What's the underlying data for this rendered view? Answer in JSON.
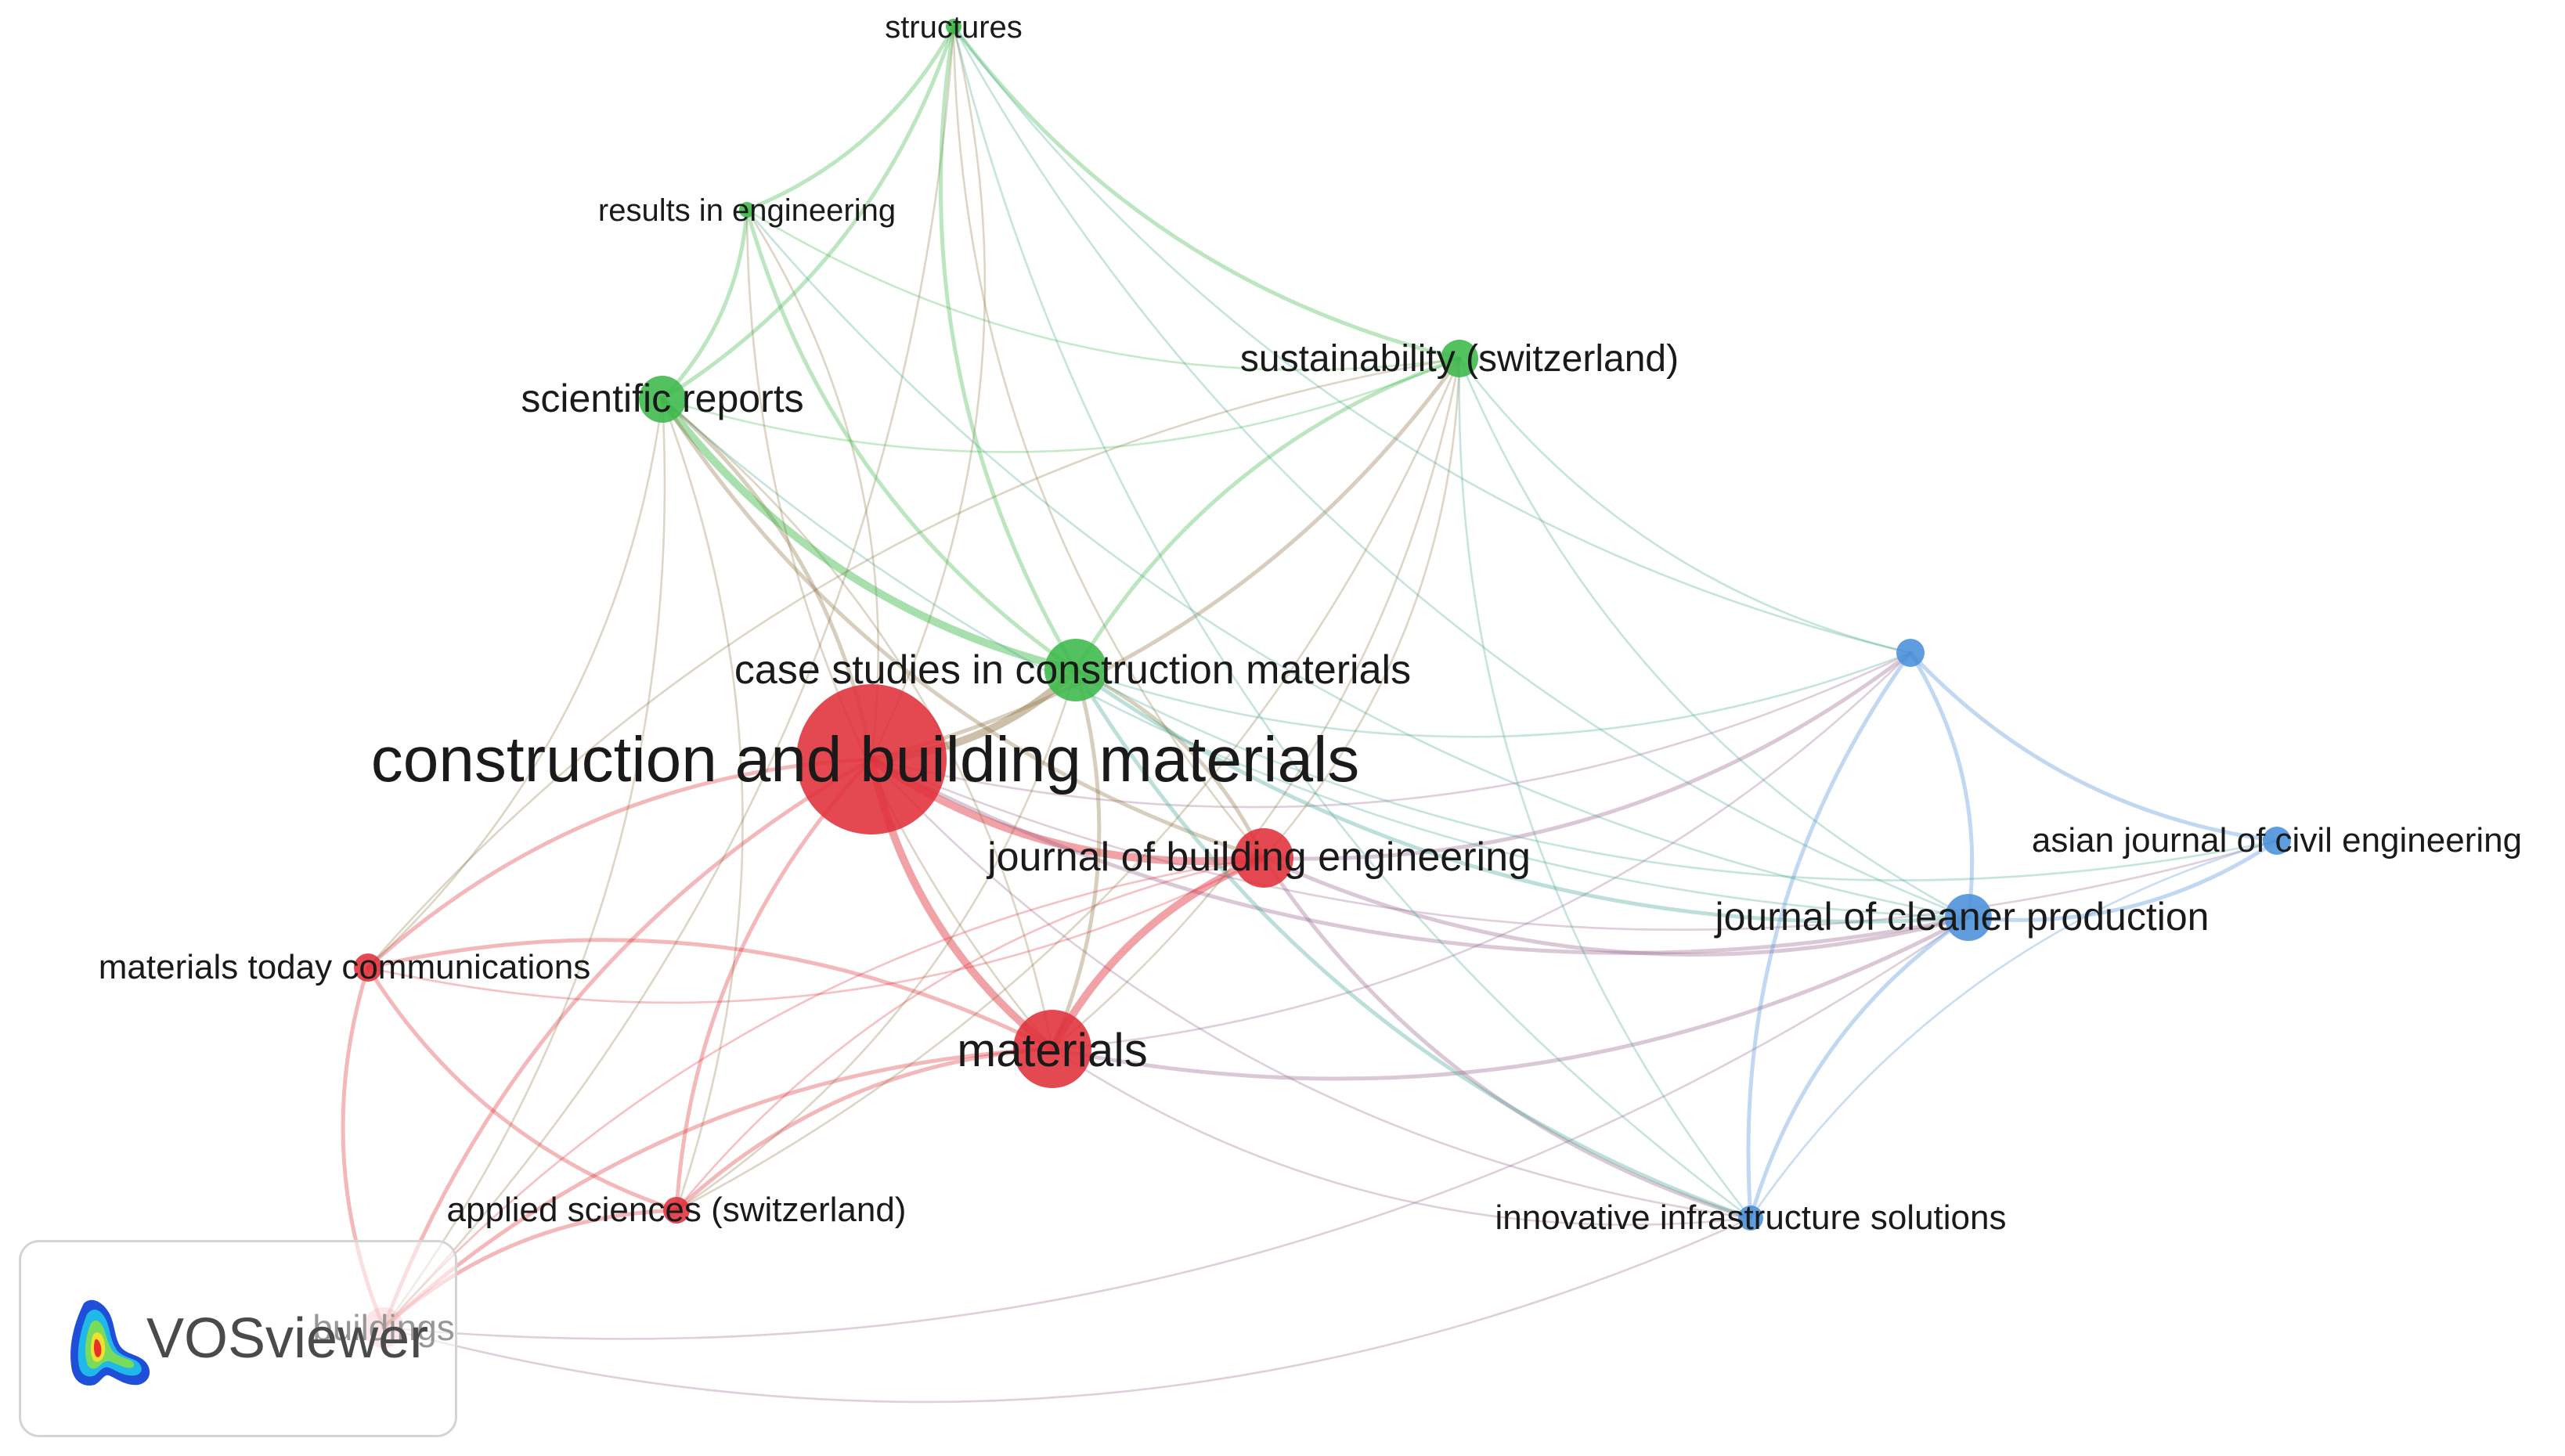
{
  "network": {
    "nodes": [
      {
        "id": "construction and building materials",
        "label": "construction and building materials",
        "cluster": 1
      },
      {
        "id": "case studies in construction materials",
        "label": "case studies in construction materials",
        "cluster": 2
      },
      {
        "id": "journal of building engineering",
        "label": "journal of building engineering",
        "cluster": 1
      },
      {
        "id": "materials",
        "label": "materials",
        "cluster": 1
      },
      {
        "id": "materials today communications",
        "label": "materials today communications",
        "cluster": 1
      },
      {
        "id": "applied sciences (switzerland)",
        "label": "applied sciences (switzerland)",
        "cluster": 1
      },
      {
        "id": "buildings",
        "label": "buildings",
        "cluster": 1
      },
      {
        "id": "scientific reports",
        "label": "scientific reports",
        "cluster": 2
      },
      {
        "id": "results in engineering",
        "label": "results in engineering",
        "cluster": 2
      },
      {
        "id": "structures",
        "label": "structures",
        "cluster": 2
      },
      {
        "id": "sustainability (switzerland)",
        "label": "sustainability (switzerland)",
        "cluster": 2
      },
      {
        "id": "journal of cleaner production",
        "label": "journal of cleaner production",
        "cluster": 3
      },
      {
        "id": "asian journal of civil engineering",
        "label": "asian journal of civil engineering",
        "cluster": 3
      },
      {
        "id": "innovative infrastructure solutions",
        "label": "innovative infrastructure solutions",
        "cluster": 3
      },
      {
        "id": "unlabeled-blue",
        "label": "",
        "cluster": 3
      }
    ],
    "clusters": {
      "1": {
        "color": "#e0303a"
      },
      "2": {
        "color": "#3cb84a"
      },
      "3": {
        "color": "#4a90d9"
      }
    }
  },
  "brand": {
    "name": "VOSviewer"
  }
}
